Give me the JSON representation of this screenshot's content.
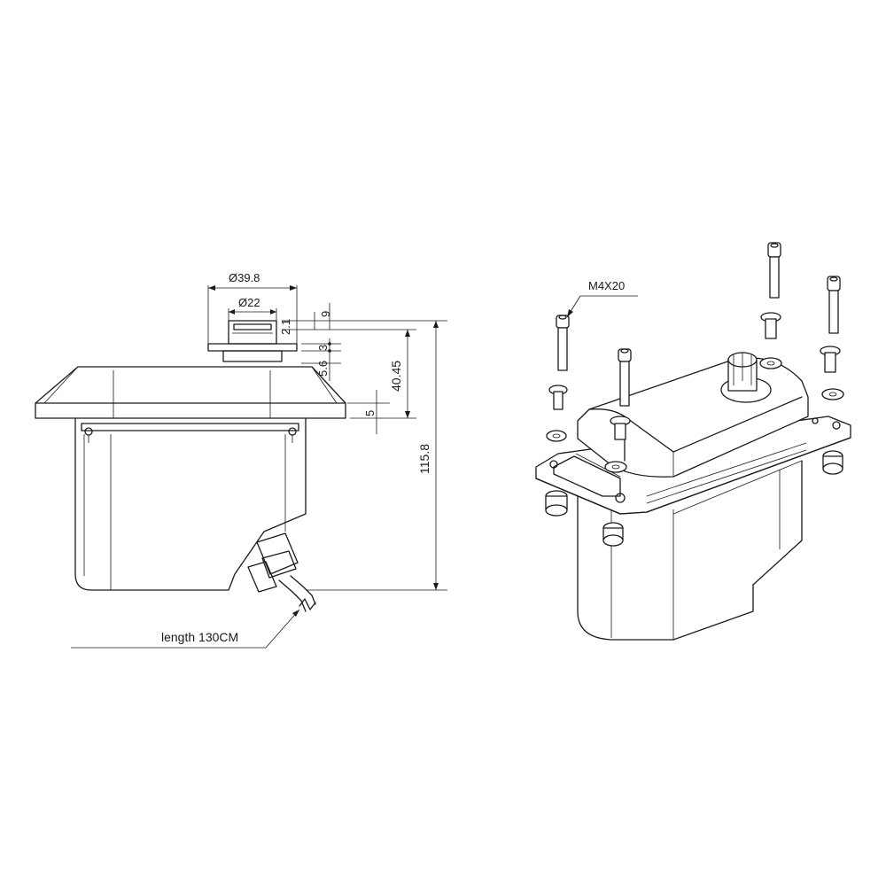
{
  "front_view": {
    "dimensions": {
      "outer_diameter": "Ø39.8",
      "inner_diameter": "Ø22",
      "dim_9": "9",
      "dim_2_1": "2.1",
      "dim_3": "3",
      "dim_5_6": "5.6",
      "dim_40_45": "40.45",
      "dim_5": "5",
      "dim_115_8": "115.8"
    },
    "cable_label": "length 130CM"
  },
  "exploded_view": {
    "screw_label": "M4X20"
  }
}
